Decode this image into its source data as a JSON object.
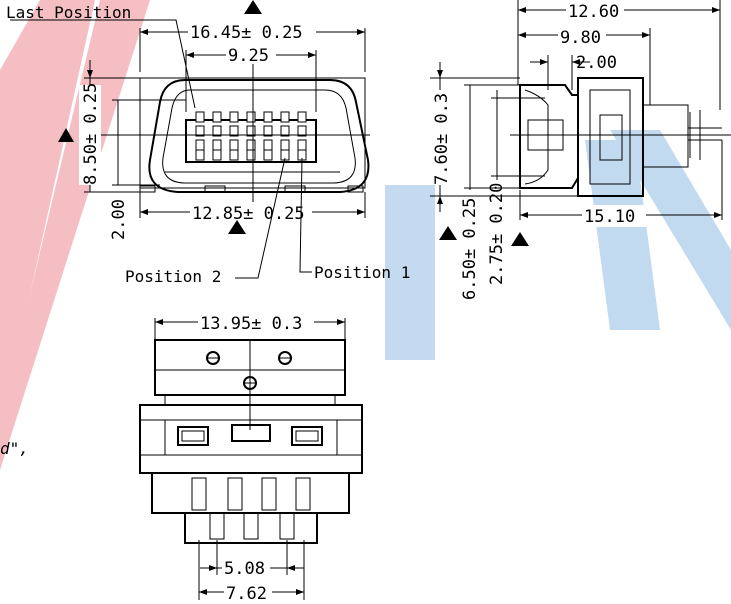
{
  "watermark": {
    "colors": [
      "#f4b8bd",
      "#bcd6ef"
    ]
  },
  "callouts": {
    "last_position": "Last Position",
    "position_2": "Position 2",
    "position_1": "Position 1"
  },
  "front_view": {
    "dims": {
      "overall_width": "16.45± 0.25",
      "inner_width": "9.25",
      "height": "8.50± 0.25",
      "bottom_offset": "2.00",
      "bottom_width": "12.85± 0.25"
    }
  },
  "side_view": {
    "dims": {
      "length_a": "12.60",
      "length_b": "9.80",
      "length_c": "2.00",
      "height": "7.60± 0.3",
      "length_d": "15.10",
      "height_b": "6.50± 0.25",
      "height_c": "2.75± 0.20"
    }
  },
  "bottom_view": {
    "dims": {
      "width": "13.95± 0.3",
      "pitch_inner": "5.08",
      "pitch_outer": "7.62"
    }
  },
  "edge_mark": "d\","
}
